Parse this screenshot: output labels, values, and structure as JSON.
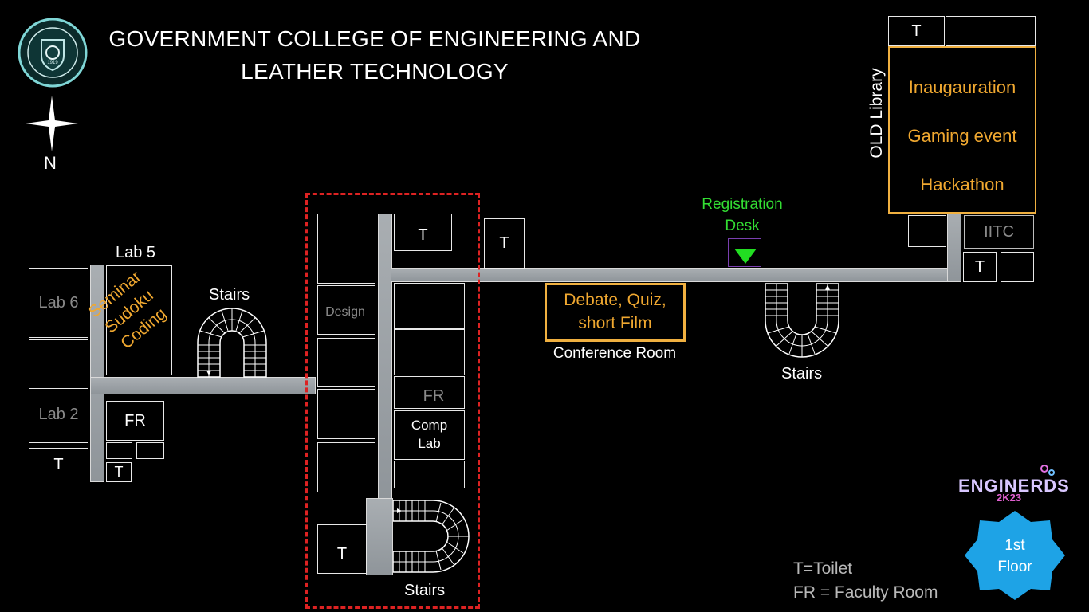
{
  "header": {
    "title_line1": "GOVERNMENT COLLEGE OF ENGINEERING AND",
    "title_line2": "LEATHER TECHNOLOGY",
    "compass": "N",
    "logo_year": "1919"
  },
  "rooms": {
    "lab6": "Lab 6",
    "lab5": "Lab 5",
    "lab2": "Lab 2",
    "seminar": [
      "Seminar",
      "Sudoku",
      "Coding"
    ],
    "fr_left": "FR",
    "t_left_bottom": "T",
    "t_left_small": "T",
    "design": "Design",
    "t_center_top": "T",
    "t_center_right": "T",
    "fr_center": "FR",
    "comp_lab": [
      "Comp",
      "Lab"
    ],
    "t_center_bottom": "T",
    "conference_event": [
      "Debate, Quiz,",
      "short Film"
    ],
    "conference_room": "Conference Room",
    "registration": [
      "Registration",
      "Desk"
    ],
    "old_library": "OLD Library",
    "library_events": [
      "Inaugauration",
      "Gaming event",
      "Hackathon"
    ],
    "t_top_right": "T",
    "iitc": "IITC",
    "t_right": "T"
  },
  "stairs": {
    "left": "Stairs",
    "center": "Stairs",
    "right": "Stairs"
  },
  "legend": {
    "toilet": "T=Toilet",
    "faculty": "FR = Faculty Room"
  },
  "event": {
    "brand": "ENGINERDS",
    "year": "2K23"
  },
  "floor_badge": [
    "1st",
    "Floor"
  ],
  "colors": {
    "background": "#000000",
    "corridor": "#9ea3a7",
    "event_orange": "#f0a830",
    "registration_green": "#33dd33",
    "dashed_red": "#dd2222",
    "floor_badge_blue": "#1ea3e6"
  }
}
